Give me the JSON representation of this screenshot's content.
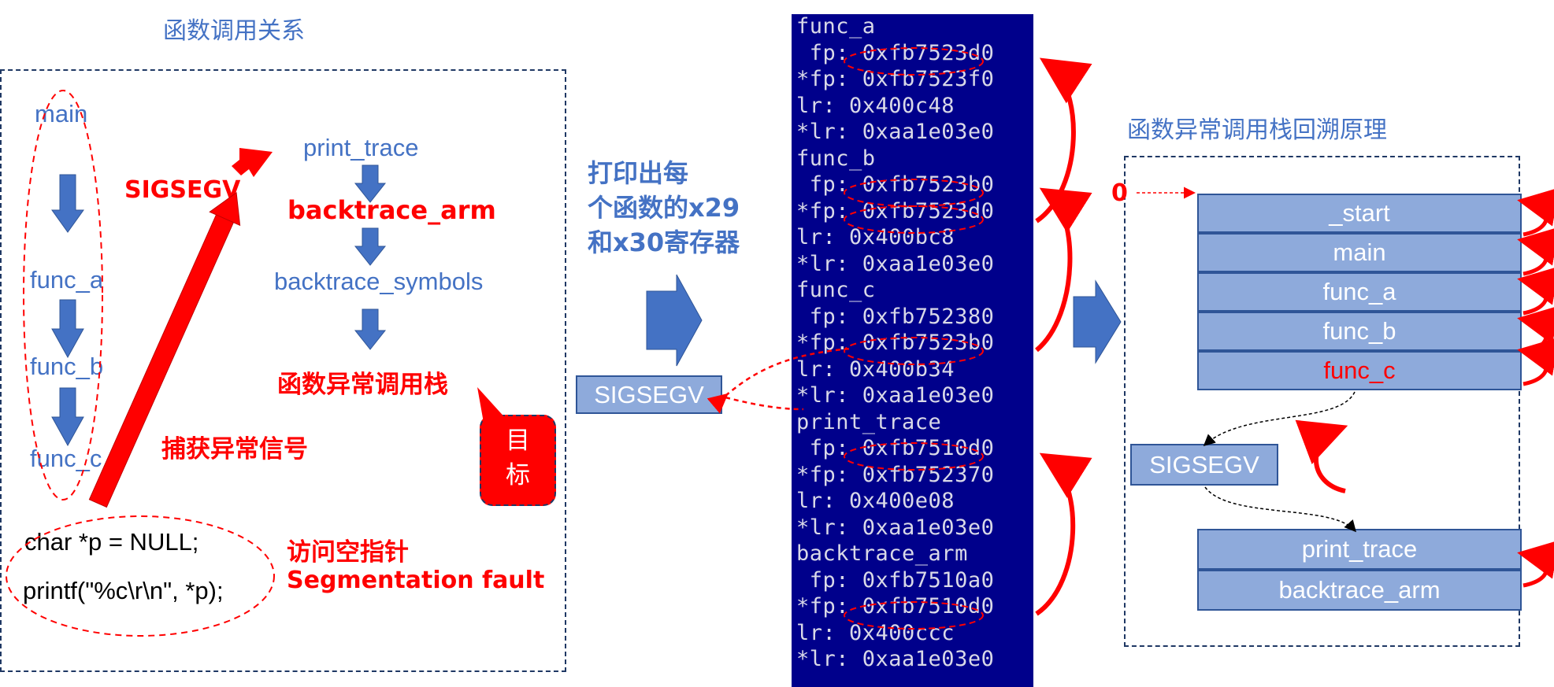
{
  "left": {
    "title": "函数调用关系",
    "call_chain": [
      "main",
      "func_a",
      "func_b",
      "func_c"
    ],
    "signal_chain": [
      "print_trace",
      "backtrace_arm",
      "backtrace_symbols",
      "函数异常调用栈"
    ],
    "sigsegv_label": "SIGSEGV",
    "catch_label": "捕获异常信号",
    "target_callout": "目\n标",
    "code_lines": [
      "char *p = NULL;",
      "printf(\"%c\\r\\n\", *p);"
    ],
    "null_note": "访问空指针",
    "segfault_note": "Segmentation fault"
  },
  "middle": {
    "print_note_lines": [
      "打印出每",
      "个函数的x29",
      "和x30寄存器"
    ],
    "sigsegv_box": "SIGSEGV"
  },
  "terminal": {
    "lines": [
      "func_a",
      " fp: 0xfb7523d0",
      "*fp: 0xfb7523f0",
      "lr: 0x400c48",
      "*lr: 0xaa1e03e0",
      "func_b",
      " fp: 0xfb7523b0",
      "*fp: 0xfb7523d0",
      "lr: 0x400bc8",
      "*lr: 0xaa1e03e0",
      "func_c",
      " fp: 0xfb752380",
      "*fp: 0xfb7523b0",
      "lr: 0x400b34",
      "*lr: 0xaa1e03e0",
      "print_trace",
      " fp: 0xfb7510d0",
      "*fp: 0xfb752370",
      "lr: 0x400e08",
      "*lr: 0xaa1e03e0",
      "backtrace_arm",
      " fp: 0xfb7510a0",
      "*fp: 0xfb7510d0",
      "lr: 0x400ccc",
      "*lr: 0xaa1e03e0"
    ],
    "background": "#00008b"
  },
  "right": {
    "title": "函数异常调用栈回溯原理",
    "zero_label": "0",
    "upper_stack": [
      "_start",
      "main",
      "func_a",
      "func_b",
      "func_c"
    ],
    "highlight_index": 4,
    "sigsegv_box": "SIGSEGV",
    "lower_stack": [
      "print_trace",
      "backtrace_arm"
    ]
  },
  "colors": {
    "accent_blue": "#4472c4",
    "red": "#ff0000",
    "stack_fill": "#8eaadb",
    "stack_border": "#2f5597",
    "terminal_bg": "#00008b"
  }
}
